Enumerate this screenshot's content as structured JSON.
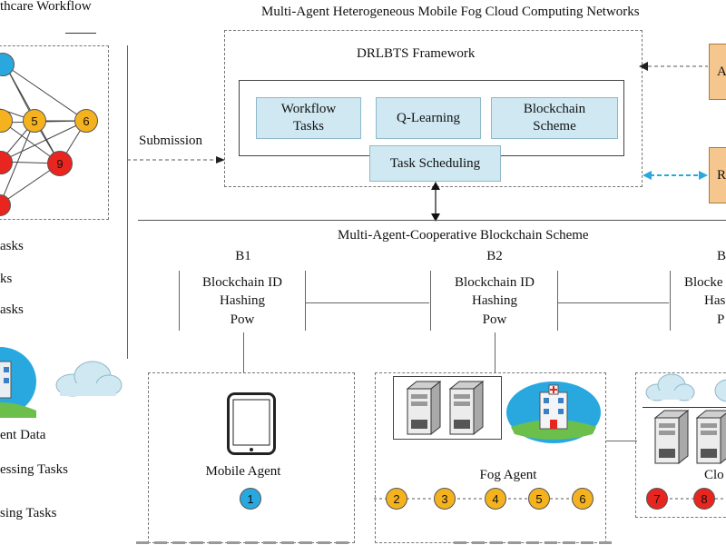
{
  "titles": {
    "workflow": "thcare Workflow",
    "networks": "Multi-Agent Heterogeneous Mobile Fog Cloud Computing Networks",
    "framework": "DRLBTS Framework",
    "blockchain_scheme": "Multi-Agent-Cooperative Blockchain Scheme"
  },
  "submission": "Submission",
  "framework_boxes": {
    "workflow_tasks": "Workflow\nTasks",
    "q_learning": "Q-Learning",
    "blockchain_scheme": "Blockchain\nScheme",
    "task_scheduling": "Task Scheduling"
  },
  "right_partial": {
    "top": "A",
    "bottom": "R"
  },
  "graph_nodes": [
    "5",
    "6",
    "9"
  ],
  "left_legend": [
    "asks",
    "ks",
    "asks",
    "ent Data",
    "essing Tasks",
    "sing Tasks"
  ],
  "blocks": [
    {
      "id": "B1",
      "lines": [
        "Blockchain ID",
        "Hashing",
        "Pow"
      ]
    },
    {
      "id": "B2",
      "lines": [
        "Blockchain ID",
        "Hashing",
        "Pow"
      ]
    },
    {
      "id": "B",
      "lines": [
        "Blocke",
        "Has",
        "P"
      ]
    }
  ],
  "mobile_agent": {
    "label": "Mobile Agent",
    "task": "1"
  },
  "fog_agent": {
    "label": "Fog Agent",
    "tasks": [
      "2",
      "3",
      "4",
      "5",
      "6"
    ]
  },
  "cloud_agent": {
    "label": "Clo",
    "tasks": [
      "7",
      "8"
    ]
  },
  "colors": {
    "blue": "#29a8e0",
    "orange": "#f5b21f",
    "red": "#e8251f",
    "box": "#cfe8f2"
  }
}
